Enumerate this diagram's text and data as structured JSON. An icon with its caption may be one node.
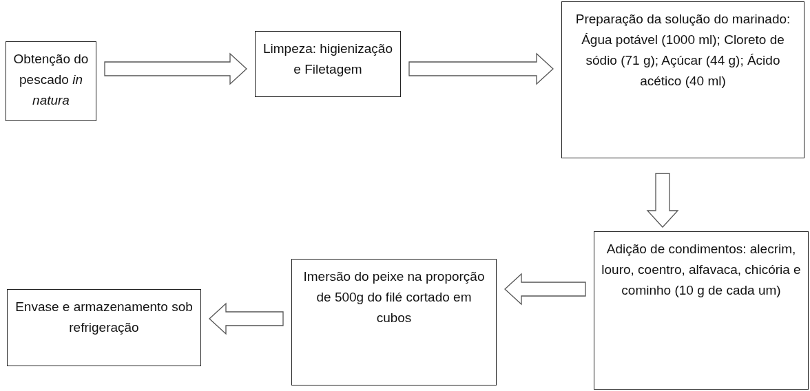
{
  "diagram": {
    "nodes": [
      {
        "text": [
          "Obtenção do pescado *in natura*"
        ]
      },
      {
        "text": [
          "Limpeza: higienização e Filetagem"
        ]
      },
      {
        "text": [
          "Preparação da solução do marinado: Água potável (1000 ml); Cloreto de sódio (71 g); Açúcar (44 g); Ácido acético (40 ml)"
        ]
      },
      {
        "text": [
          "Adição de condimentos: alecrim, louro, coentro, alfavaca, chicória e cominho (10 g de cada um)"
        ]
      },
      {
        "text": [
          "Imersão do peixe na proporção de 500g do filé cortado em cubos"
        ]
      },
      {
        "text": [
          "Envase e armazenamento sob refrigeração"
        ]
      }
    ],
    "edges": [
      {
        "from": 0,
        "to": 1,
        "arrow": "to"
      },
      {
        "from": 1,
        "to": 2,
        "arrow": "to"
      },
      {
        "from": 2,
        "to": 3,
        "arrow": "to"
      },
      {
        "from": 3,
        "to": 4,
        "arrow": "to"
      },
      {
        "from": 4,
        "to": 5,
        "arrow": "to"
      }
    ]
  }
}
